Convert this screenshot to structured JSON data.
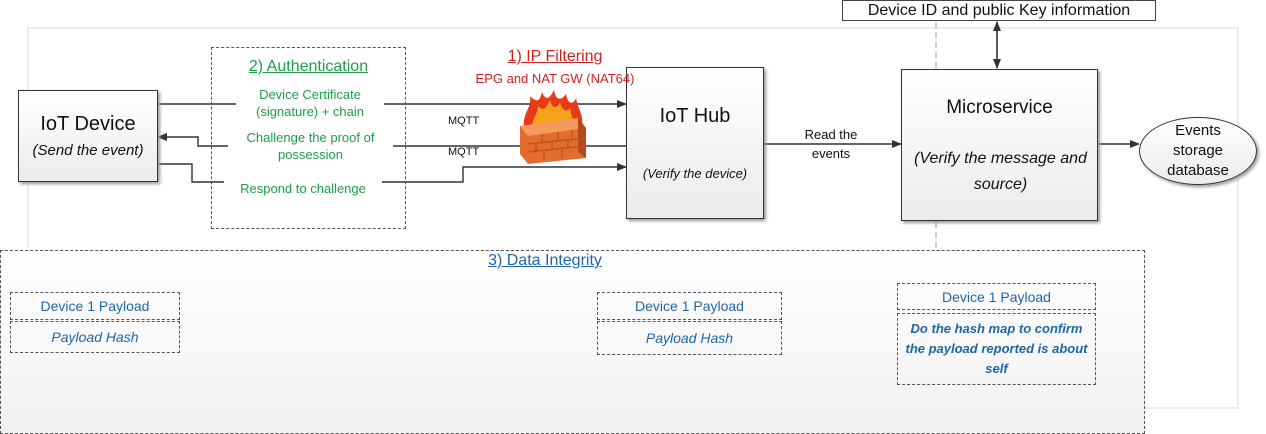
{
  "device_key_info": "Device ID and public Key information",
  "iot_device": {
    "title": "IoT Device",
    "subtitle": "(Send the event)"
  },
  "authentication": {
    "title": "2) Authentication",
    "steps": [
      "Device Certificate (signature) + chain",
      "Challenge the proof of possession",
      "Respond to challenge"
    ]
  },
  "ip_filtering": {
    "title": "1) IP Filtering",
    "subtitle": "EPG and NAT GW (NAT64)"
  },
  "protocol_labels": [
    "MQTT",
    "MQTT"
  ],
  "iot_hub": {
    "title": "IoT Hub",
    "subtitle": "(Verify the device)"
  },
  "read_events": "Read the events",
  "microservice": {
    "title": "Microservice",
    "subtitle": "(Verify the message and source)"
  },
  "events_storage": "Events storage database",
  "data_integrity": {
    "title": "3) Data Integrity",
    "left_payload": "Device 1 Payload",
    "left_hash": "Payload Hash",
    "mid_payload": "Device 1 Payload",
    "mid_hash": "Payload Hash",
    "right_payload": "Device 1 Payload",
    "right_note": "Do the hash map to confirm the payload reported is about self"
  }
}
